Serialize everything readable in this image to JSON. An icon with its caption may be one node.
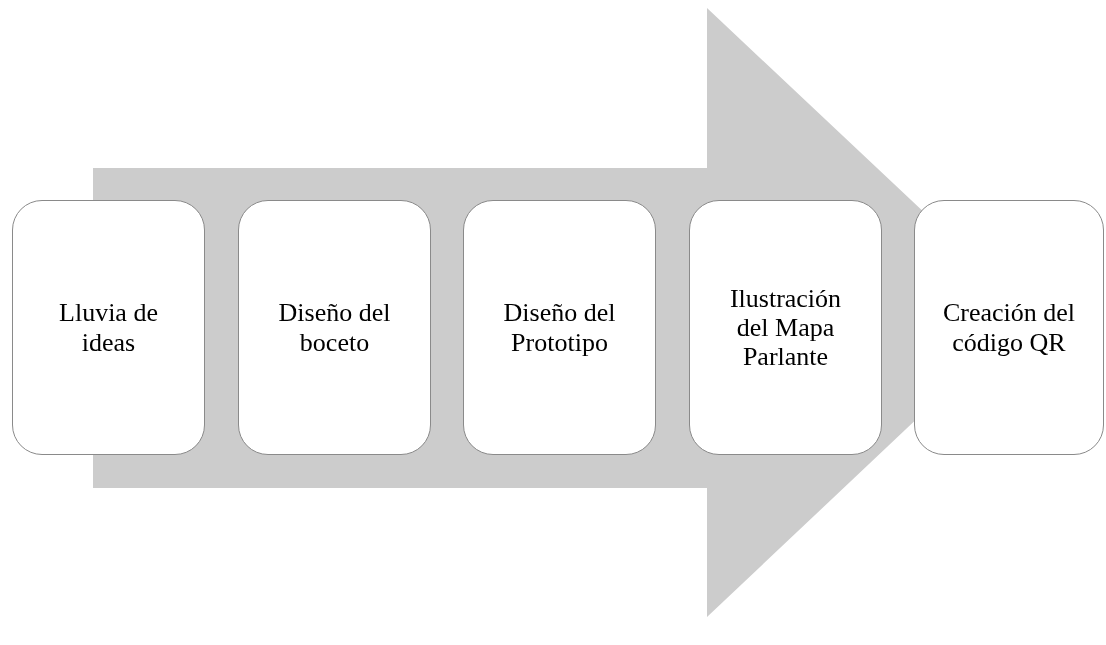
{
  "diagram": {
    "nodes": [
      {
        "text": [
          "Lluvia de ideas"
        ]
      },
      {
        "text": [
          "Diseño del boceto"
        ]
      },
      {
        "text": [
          "Diseño del Prototipo"
        ]
      },
      {
        "text": [
          "Ilustración del Mapa Parlante"
        ]
      },
      {
        "text": [
          "Creación del código QR"
        ]
      }
    ],
    "edges": [
      {
        "from": 0,
        "to": 4,
        "arrow": "to"
      }
    ]
  }
}
